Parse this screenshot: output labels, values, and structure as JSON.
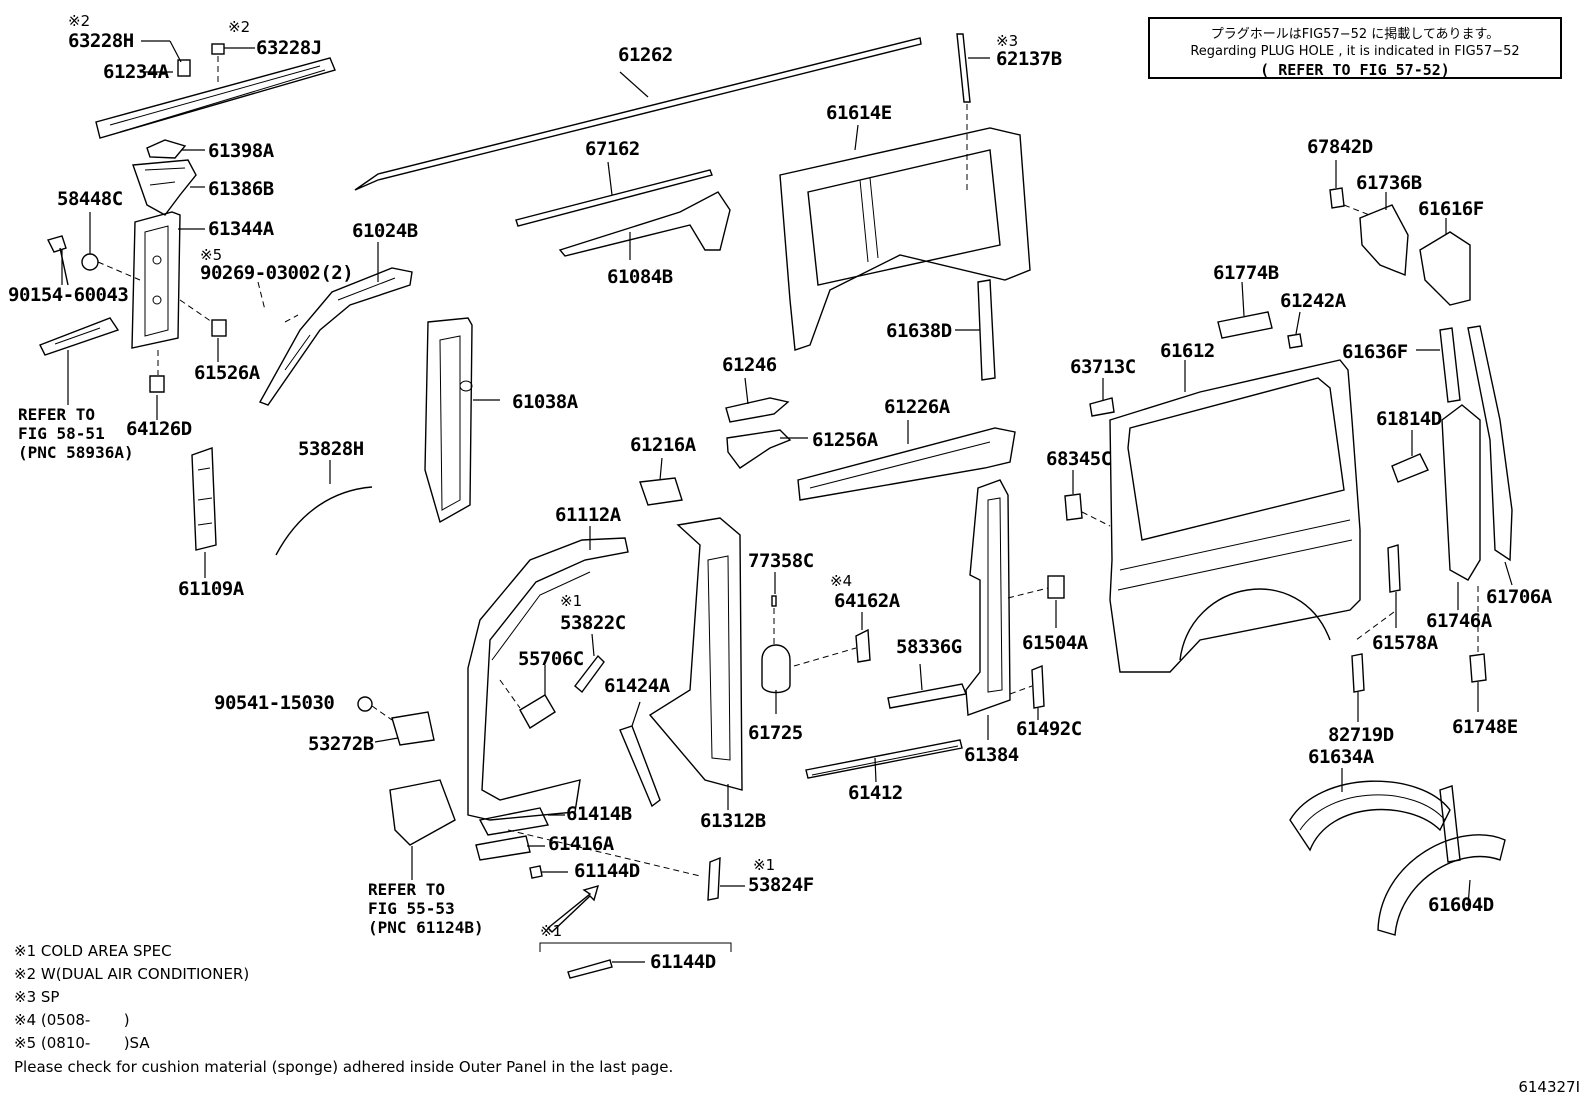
{
  "note_box": {
    "japanese": "プラグホールはFIG57−52 に掲載してあります。",
    "english": "Regarding PLUG HOLE , it is indicated in FIG57−52",
    "reference": "( REFER TO FIG 57-52)"
  },
  "footnotes": [
    "※1 COLD AREA SPEC",
    "※2 W(DUAL AIR CONDITIONER)",
    "※3 SP",
    "※4 (0508-       )",
    "※5 (0810-       )SA",
    "Please check for cushion material (sponge) adhered inside Outer Panel in the last page."
  ],
  "figure_id": "614327I",
  "marks": {
    "m_63228H": "※2",
    "m_63228J": "※2",
    "m_62137B": "※3",
    "m_90269": "※5",
    "m_53822C": "※1",
    "m_64162A": "※4",
    "m_53824F": "※1",
    "m_61144D": "※1"
  },
  "refers": {
    "refer_58_51": [
      "REFER TO",
      "FIG 58-51",
      "(PNC 58936A)"
    ],
    "refer_55_53": [
      "REFER TO",
      "FIG 55-53",
      "(PNC 61124B)"
    ]
  },
  "part_numbers": {
    "p63228H": "63228H",
    "p63228J": "63228J",
    "p61234A": "61234A",
    "p61262": "61262",
    "p62137B": "62137B",
    "p61398A": "61398A",
    "p61386B": "61386B",
    "p58448C": "58448C",
    "p61344A": "61344A",
    "p61024B": "61024B",
    "p90269": "90269-03002(2)",
    "p90154": "90154-60043",
    "p61526A": "61526A",
    "p64126D": "64126D",
    "p67162": "67162",
    "p61084B": "61084B",
    "p61614E": "61614E",
    "p61638D": "61638D",
    "p61038A": "61038A",
    "p53828H": "53828H",
    "p61109A": "61109A",
    "p61246": "61246",
    "p61256A": "61256A",
    "p61226A": "61226A",
    "p61216A": "61216A",
    "p61112A": "61112A",
    "p77358C": "77358C",
    "p64162A": "64162A",
    "p53822C": "53822C",
    "p55706C": "55706C",
    "p61424A": "61424A",
    "p58336G": "58336G",
    "p61504A": "61504A",
    "p90541": "90541-15030",
    "p53272B": "53272B",
    "p61725": "61725",
    "p61384": "61384",
    "p61492C": "61492C",
    "p61414B": "61414B",
    "p61312B": "61312B",
    "p61412": "61412",
    "p61416A": "61416A",
    "p61144D_a": "61144D",
    "p53824F": "53824F",
    "p61144D_b": "61144D",
    "p67842D": "67842D",
    "p61736B": "61736B",
    "p61616F": "61616F",
    "p61774B": "61774B",
    "p61242A": "61242A",
    "p61612": "61612",
    "p63713C": "63713C",
    "p61636F": "61636F",
    "p68345C": "68345C",
    "p61814D": "61814D",
    "p61706A": "61706A",
    "p61746A": "61746A",
    "p61578A": "61578A",
    "p82719D": "82719D",
    "p61748E": "61748E",
    "p61634A": "61634A",
    "p61604D": "61604D"
  }
}
